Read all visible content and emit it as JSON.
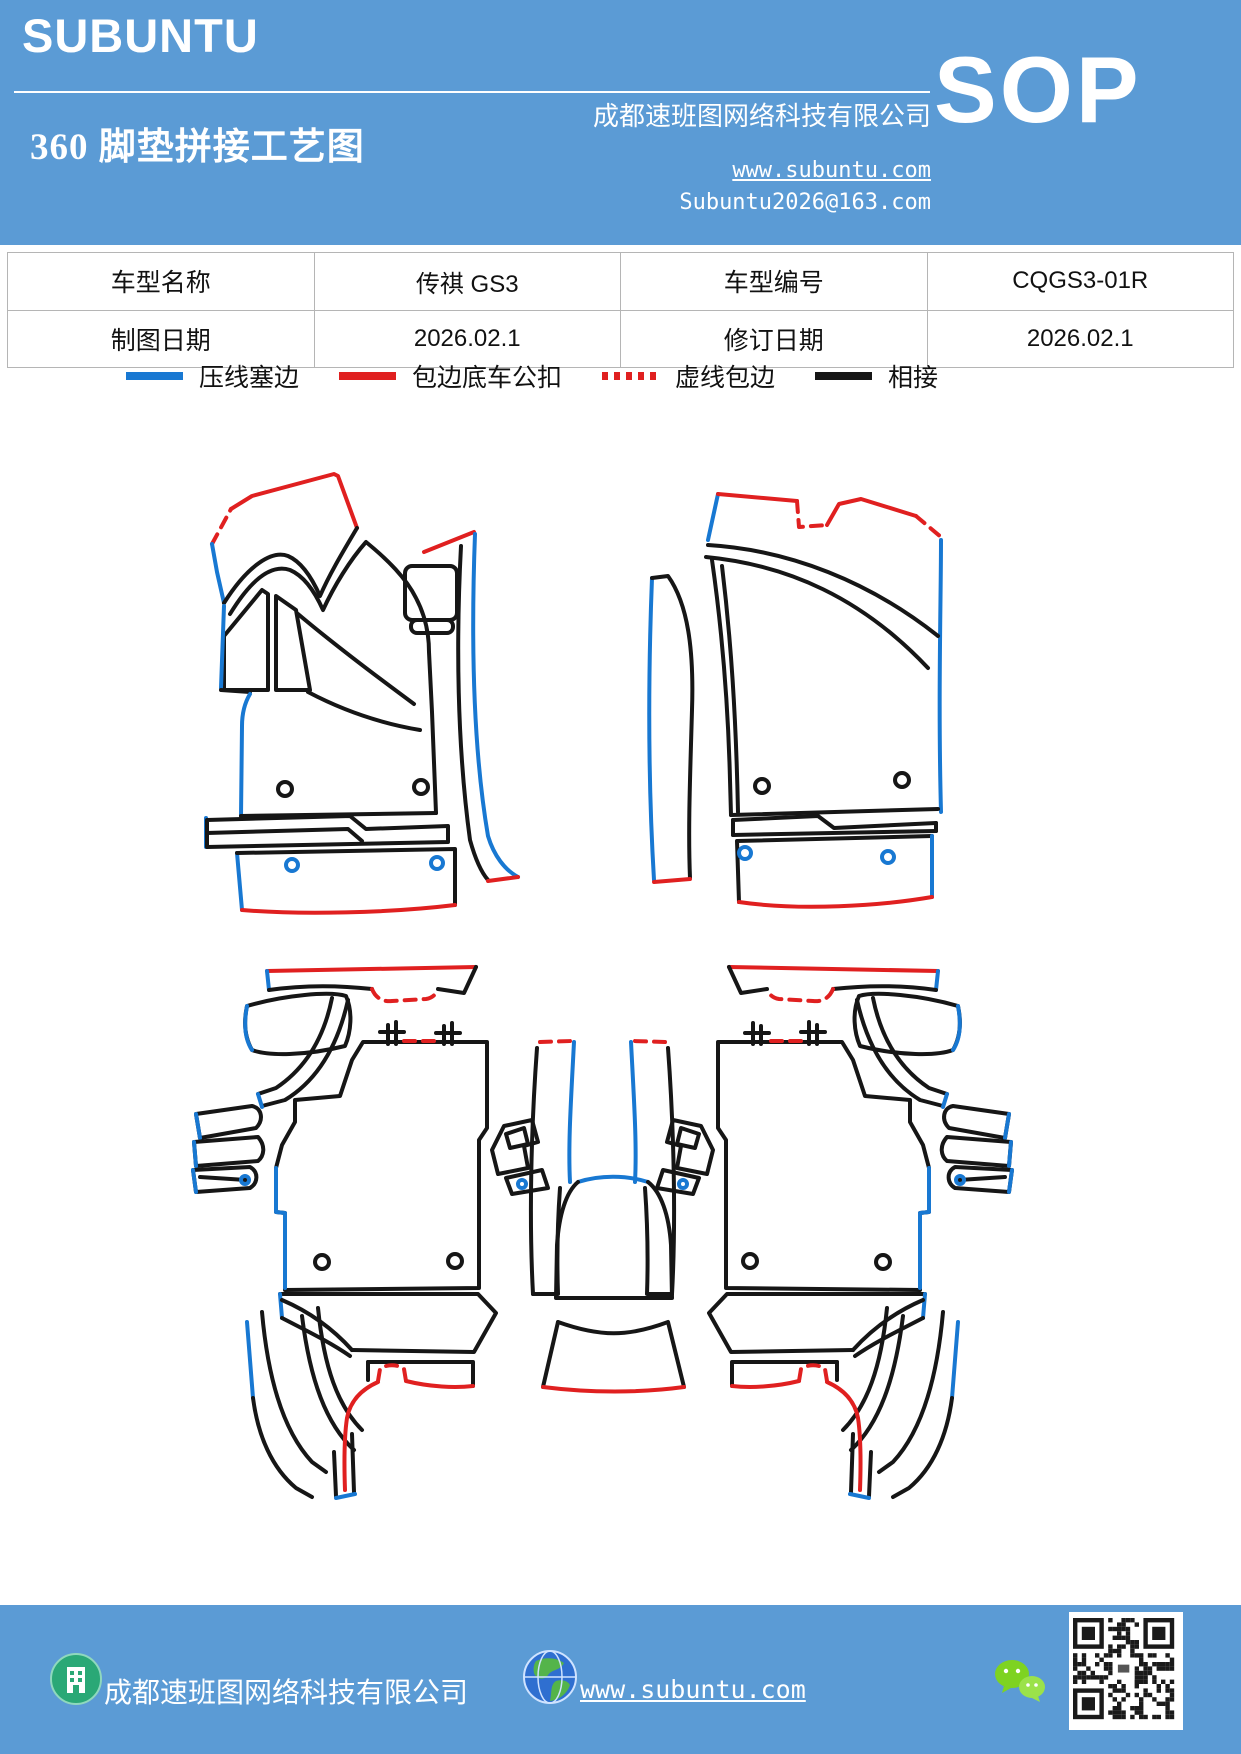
{
  "header": {
    "logo": "SUBUNTU",
    "title": "360 脚垫拼接工艺图",
    "company": "成都速班图网络科技有限公司",
    "website": "www.subuntu.com",
    "email": "Subuntu2026@163.com",
    "sop": "SOP",
    "background_color": "#5b9bd5"
  },
  "info_table": {
    "rows": [
      [
        "车型名称",
        "传祺 GS3",
        "车型编号",
        "CQGS3-01R"
      ],
      [
        "制图日期",
        "2026.02.1",
        "修订日期",
        "2026.02.1"
      ]
    ]
  },
  "legend": {
    "items": [
      {
        "label": "压线塞边",
        "color": "#1878d2",
        "style": "solid"
      },
      {
        "label": "包边底车公扣",
        "color": "#e02020",
        "style": "solid"
      },
      {
        "label": "虚线包边",
        "color": "#e02020",
        "style": "dashed"
      },
      {
        "label": "相接",
        "color": "#161616",
        "style": "solid"
      }
    ]
  },
  "diagram": {
    "line_colors": {
      "press_edge_blue": "#1878d2",
      "binding_red": "#e02020",
      "join_black": "#161616"
    }
  },
  "footer": {
    "company": "成都速班图网络科技有限公司",
    "website": "www.subuntu.com",
    "background_color": "#5b9bd5"
  }
}
